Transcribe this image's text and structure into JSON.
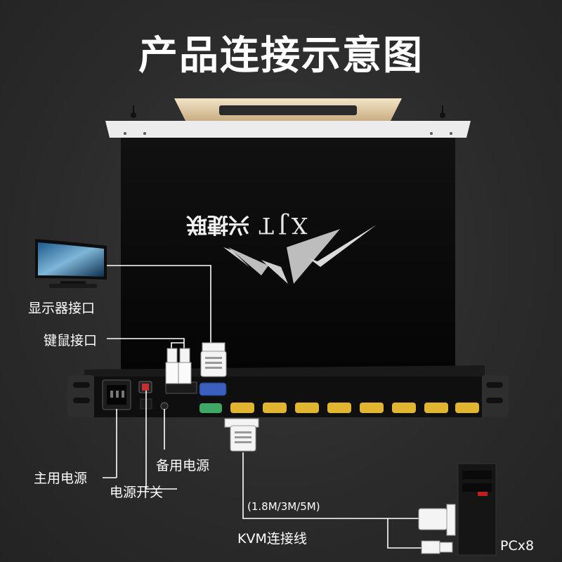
{
  "title": "产品连接示意图",
  "logo": {
    "brand": "XJT",
    "name": "兴捷联"
  },
  "labels": {
    "display_port": "显示器接口",
    "kb_mouse_port": "键鼠接口",
    "main_power": "主用电源",
    "power_switch": "电源开关",
    "backup_power": "备用电源",
    "cable_lengths": "(1.8M/3M/5M)",
    "kvm_cable": "KVM连接线",
    "pc_count": "PCx8"
  },
  "colors": {
    "background": "#2b2b2b",
    "text": "#ffffff",
    "panel": "#0e0e0e",
    "vga_blue": "#3a5fbf",
    "vga_yellow": "#e2b531",
    "vga_green": "#3fa865",
    "handle": "#e7d3b0"
  },
  "icons": [
    "monitor-icon",
    "pc-tower-icon",
    "vga-connector-icon",
    "usb-connector-icon"
  ]
}
